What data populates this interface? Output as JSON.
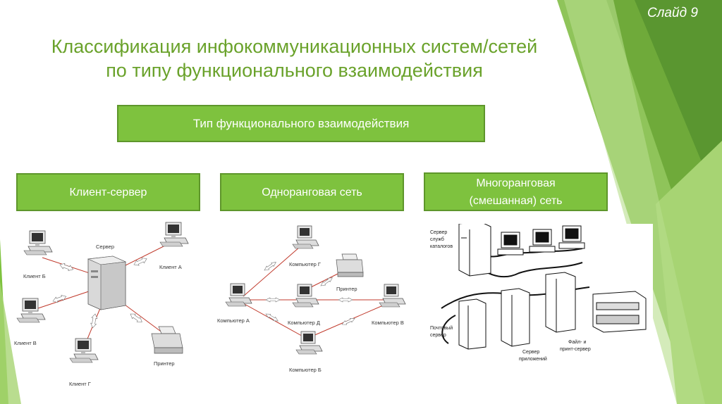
{
  "slide_number": "Слайд 9",
  "title": {
    "line1": "Классификация инфокоммуникационных систем/сетей",
    "line2": "по типу функционального взаимодействия"
  },
  "root_box": "Тип функционального взаимодействия",
  "categories": [
    {
      "line1": "Клиент-сервер",
      "line2": ""
    },
    {
      "line1": "Одноранговая сеть",
      "line2": ""
    },
    {
      "line1": "Многоранговая",
      "line2": "(смешанная) сеть"
    }
  ],
  "client_server": {
    "server": "Сервер",
    "client_a": "Клиент А",
    "client_b": "Клиент Б",
    "client_v": "Клиент В",
    "client_g": "Клиент Г",
    "printer": "Принтер"
  },
  "peer_to_peer": {
    "comp_a": "Компьютер А",
    "comp_b": "Компьютер Б",
    "comp_v": "Компьютер В",
    "comp_g": "Компьютер Г",
    "comp_d": "Компьютер Д",
    "printer": "Принтер"
  },
  "mixed": {
    "dir_server_1": "Сервер",
    "dir_server_2": "служб",
    "dir_server_3": "каталогов",
    "mail_server_1": "Почтовый",
    "mail_server_2": "сервер",
    "app_server_1": "Сервер",
    "app_server_2": "приложений",
    "file_server_1": "Файл- и",
    "file_server_2": "принт-сервер"
  },
  "colors": {
    "accent_green": "#7ec23e",
    "title_green": "#6aa22b",
    "connection_red": "#c0392b"
  }
}
